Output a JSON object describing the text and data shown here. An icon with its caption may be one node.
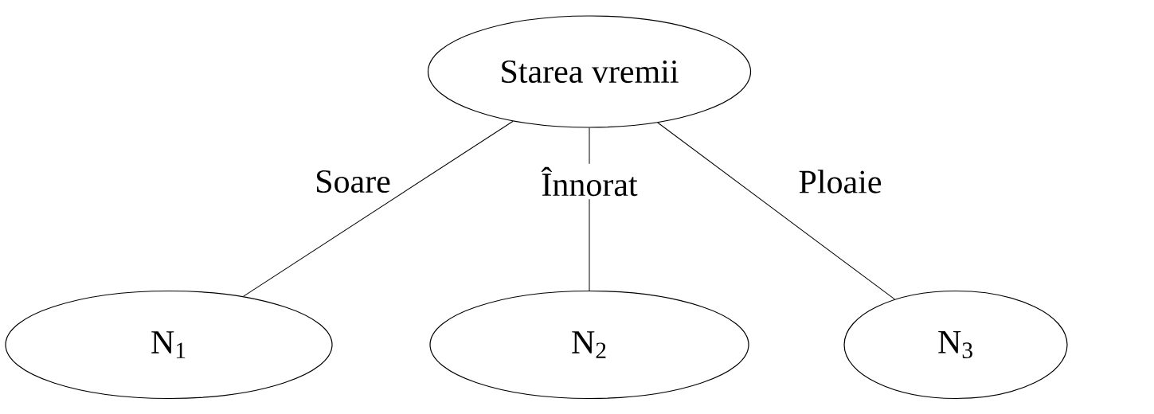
{
  "diagram": {
    "nodes": [
      {
        "text": [
          "Starea vremii"
        ]
      },
      {
        "text": [
          "N$_{1}$"
        ]
      },
      {
        "text": [
          "N$_{2}$"
        ]
      },
      {
        "text": [
          "N$_{3}$"
        ]
      }
    ],
    "edges": [
      {
        "from": 0,
        "to": 1,
        "arrow": "none",
        "label": "Soare"
      },
      {
        "from": 0,
        "to": 2,
        "arrow": "none",
        "label": "Înnorat"
      },
      {
        "from": 0,
        "to": 3,
        "arrow": "none",
        "label": "Ploaie"
      }
    ]
  }
}
